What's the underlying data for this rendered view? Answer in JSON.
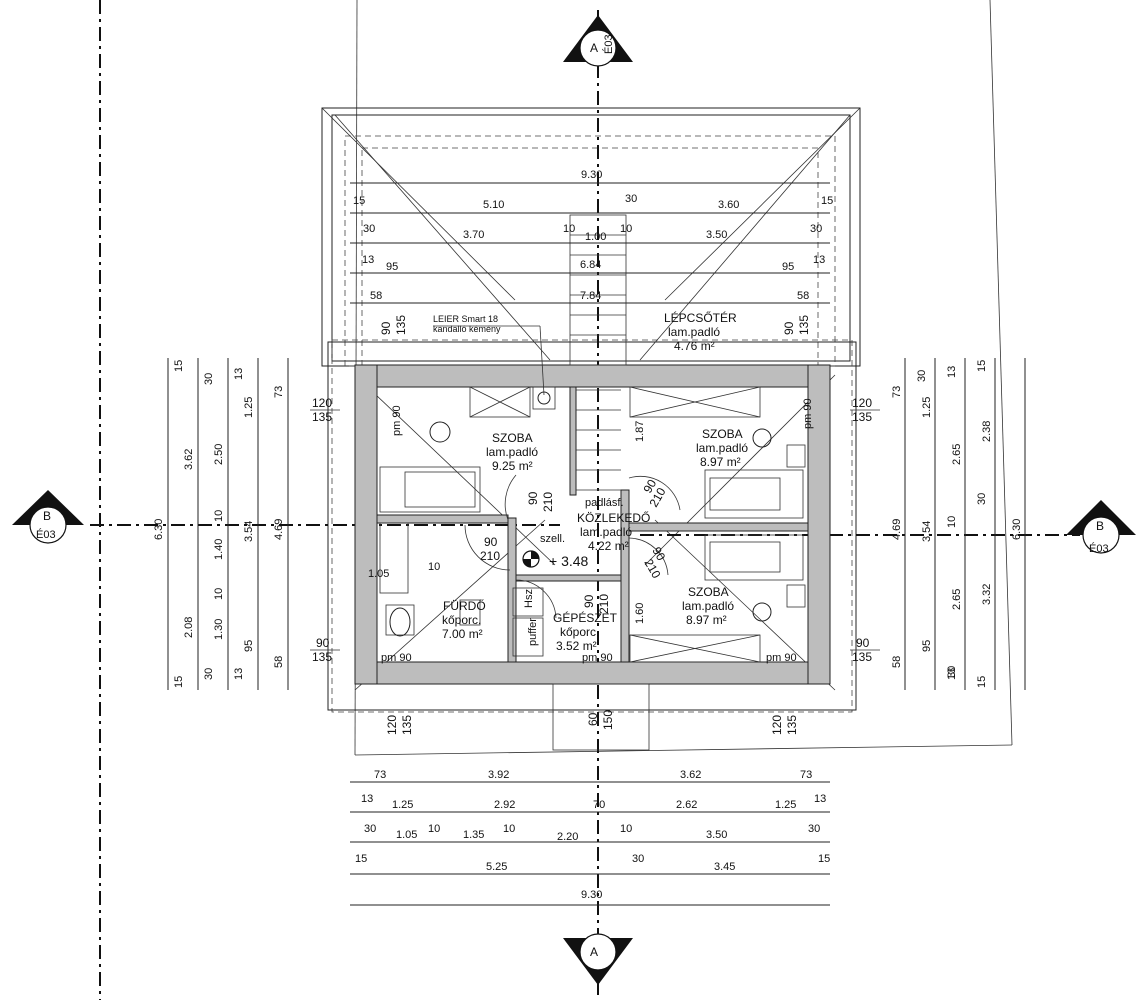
{
  "sections": {
    "a_label": "A",
    "b_label": "B",
    "sheet": "É03"
  },
  "rooms": [
    {
      "name": "SZOBA",
      "floor": "lam.padló",
      "area": "9.25 m²"
    },
    {
      "name": "SZOBA",
      "floor": "lam.padló",
      "area": "8.97 m²"
    },
    {
      "name": "SZOBA",
      "floor": "lam.padló",
      "area": "8.97 m²"
    },
    {
      "name": "LÉPCSŐTÉR",
      "floor": "lam.padló",
      "area": "4.76 m²"
    },
    {
      "name": "KÖZLEKEDŐ",
      "floor": "lam.padló",
      "area": "4.22 m²"
    },
    {
      "name": "FÜRDŐ",
      "floor": "kőporc.",
      "area": "7.00 m²"
    },
    {
      "name": "GÉPÉSZET",
      "floor": "kőporc.",
      "area": "3.52 m²"
    }
  ],
  "annotations": {
    "chimney_line1": "LEIER Smart 18",
    "chimney_line2": "kandalló kémény",
    "attic": "padlásf.",
    "vent": "szell.",
    "level": "+ 3.48",
    "hsz": "Hsz",
    "puffer": "puffer",
    "pm90": "pm 90"
  },
  "top_dims": {
    "total": "9.30",
    "r1": [
      "15",
      "5.10",
      "30",
      "3.60",
      "15"
    ],
    "r2": [
      "30",
      "3.70",
      "10",
      "1.00",
      "10",
      "3.50",
      "30"
    ],
    "r3": [
      "13",
      "95",
      "6.84",
      "95",
      "13"
    ],
    "r4": [
      "58",
      "7.84",
      "58"
    ]
  },
  "bottom_dims": {
    "r1": [
      "73",
      "3.92",
      "3.62",
      "73"
    ],
    "r2": [
      "13",
      "1.25",
      "2.92",
      "70",
      "2.62",
      "1.25",
      "13"
    ],
    "r3": [
      "30",
      "1.05",
      "10",
      "1.35",
      "10",
      "2.20",
      "10",
      "3.50",
      "30"
    ],
    "r4": [
      "15",
      "5.25",
      "30",
      "3.45",
      "15"
    ],
    "total": "9.30"
  },
  "left_dims": {
    "c1": [
      "15",
      "6.30",
      "15"
    ],
    "c2": [
      "30",
      "3.62",
      "30"
    ],
    "c3": [
      "2.50",
      "10",
      "1.40",
      "10",
      "2.08"
    ],
    "c4": [
      "13",
      "1.25",
      "3.54",
      "1.30",
      "13"
    ],
    "c5": [
      "73",
      "4.69",
      "95",
      "58"
    ]
  },
  "right_dims": {
    "c1": [
      "15",
      "6.30",
      "15"
    ],
    "c2": [
      "13",
      "2.38",
      "30",
      "3.32",
      "13"
    ],
    "c3": [
      "30",
      "2.65",
      "10",
      "2.65",
      "30"
    ],
    "c4": [
      "1.25",
      "3.54",
      "95"
    ],
    "c5": [
      "73",
      "4.69",
      "58"
    ]
  },
  "openings": {
    "w_left_top": [
      "120",
      "135"
    ],
    "w_left_bot": [
      "90",
      "135"
    ],
    "w_right_top": [
      "120",
      "135"
    ],
    "w_right_bot": [
      "90",
      "135"
    ],
    "w_bot_left": [
      "120",
      "135"
    ],
    "w_bot_right": [
      "120",
      "135"
    ],
    "w_bot_mid": [
      "60",
      "150"
    ],
    "w_top_side": [
      "90",
      "135"
    ],
    "d1": [
      "90",
      "210"
    ],
    "d2": [
      "90",
      "210"
    ],
    "d3": [
      "90",
      "210"
    ],
    "d4": [
      "90",
      "210"
    ],
    "d5": [
      "90",
      "210"
    ],
    "stair_dim": "1.87",
    "b105": "1.05",
    "b10": "10",
    "p160": "1.60"
  }
}
